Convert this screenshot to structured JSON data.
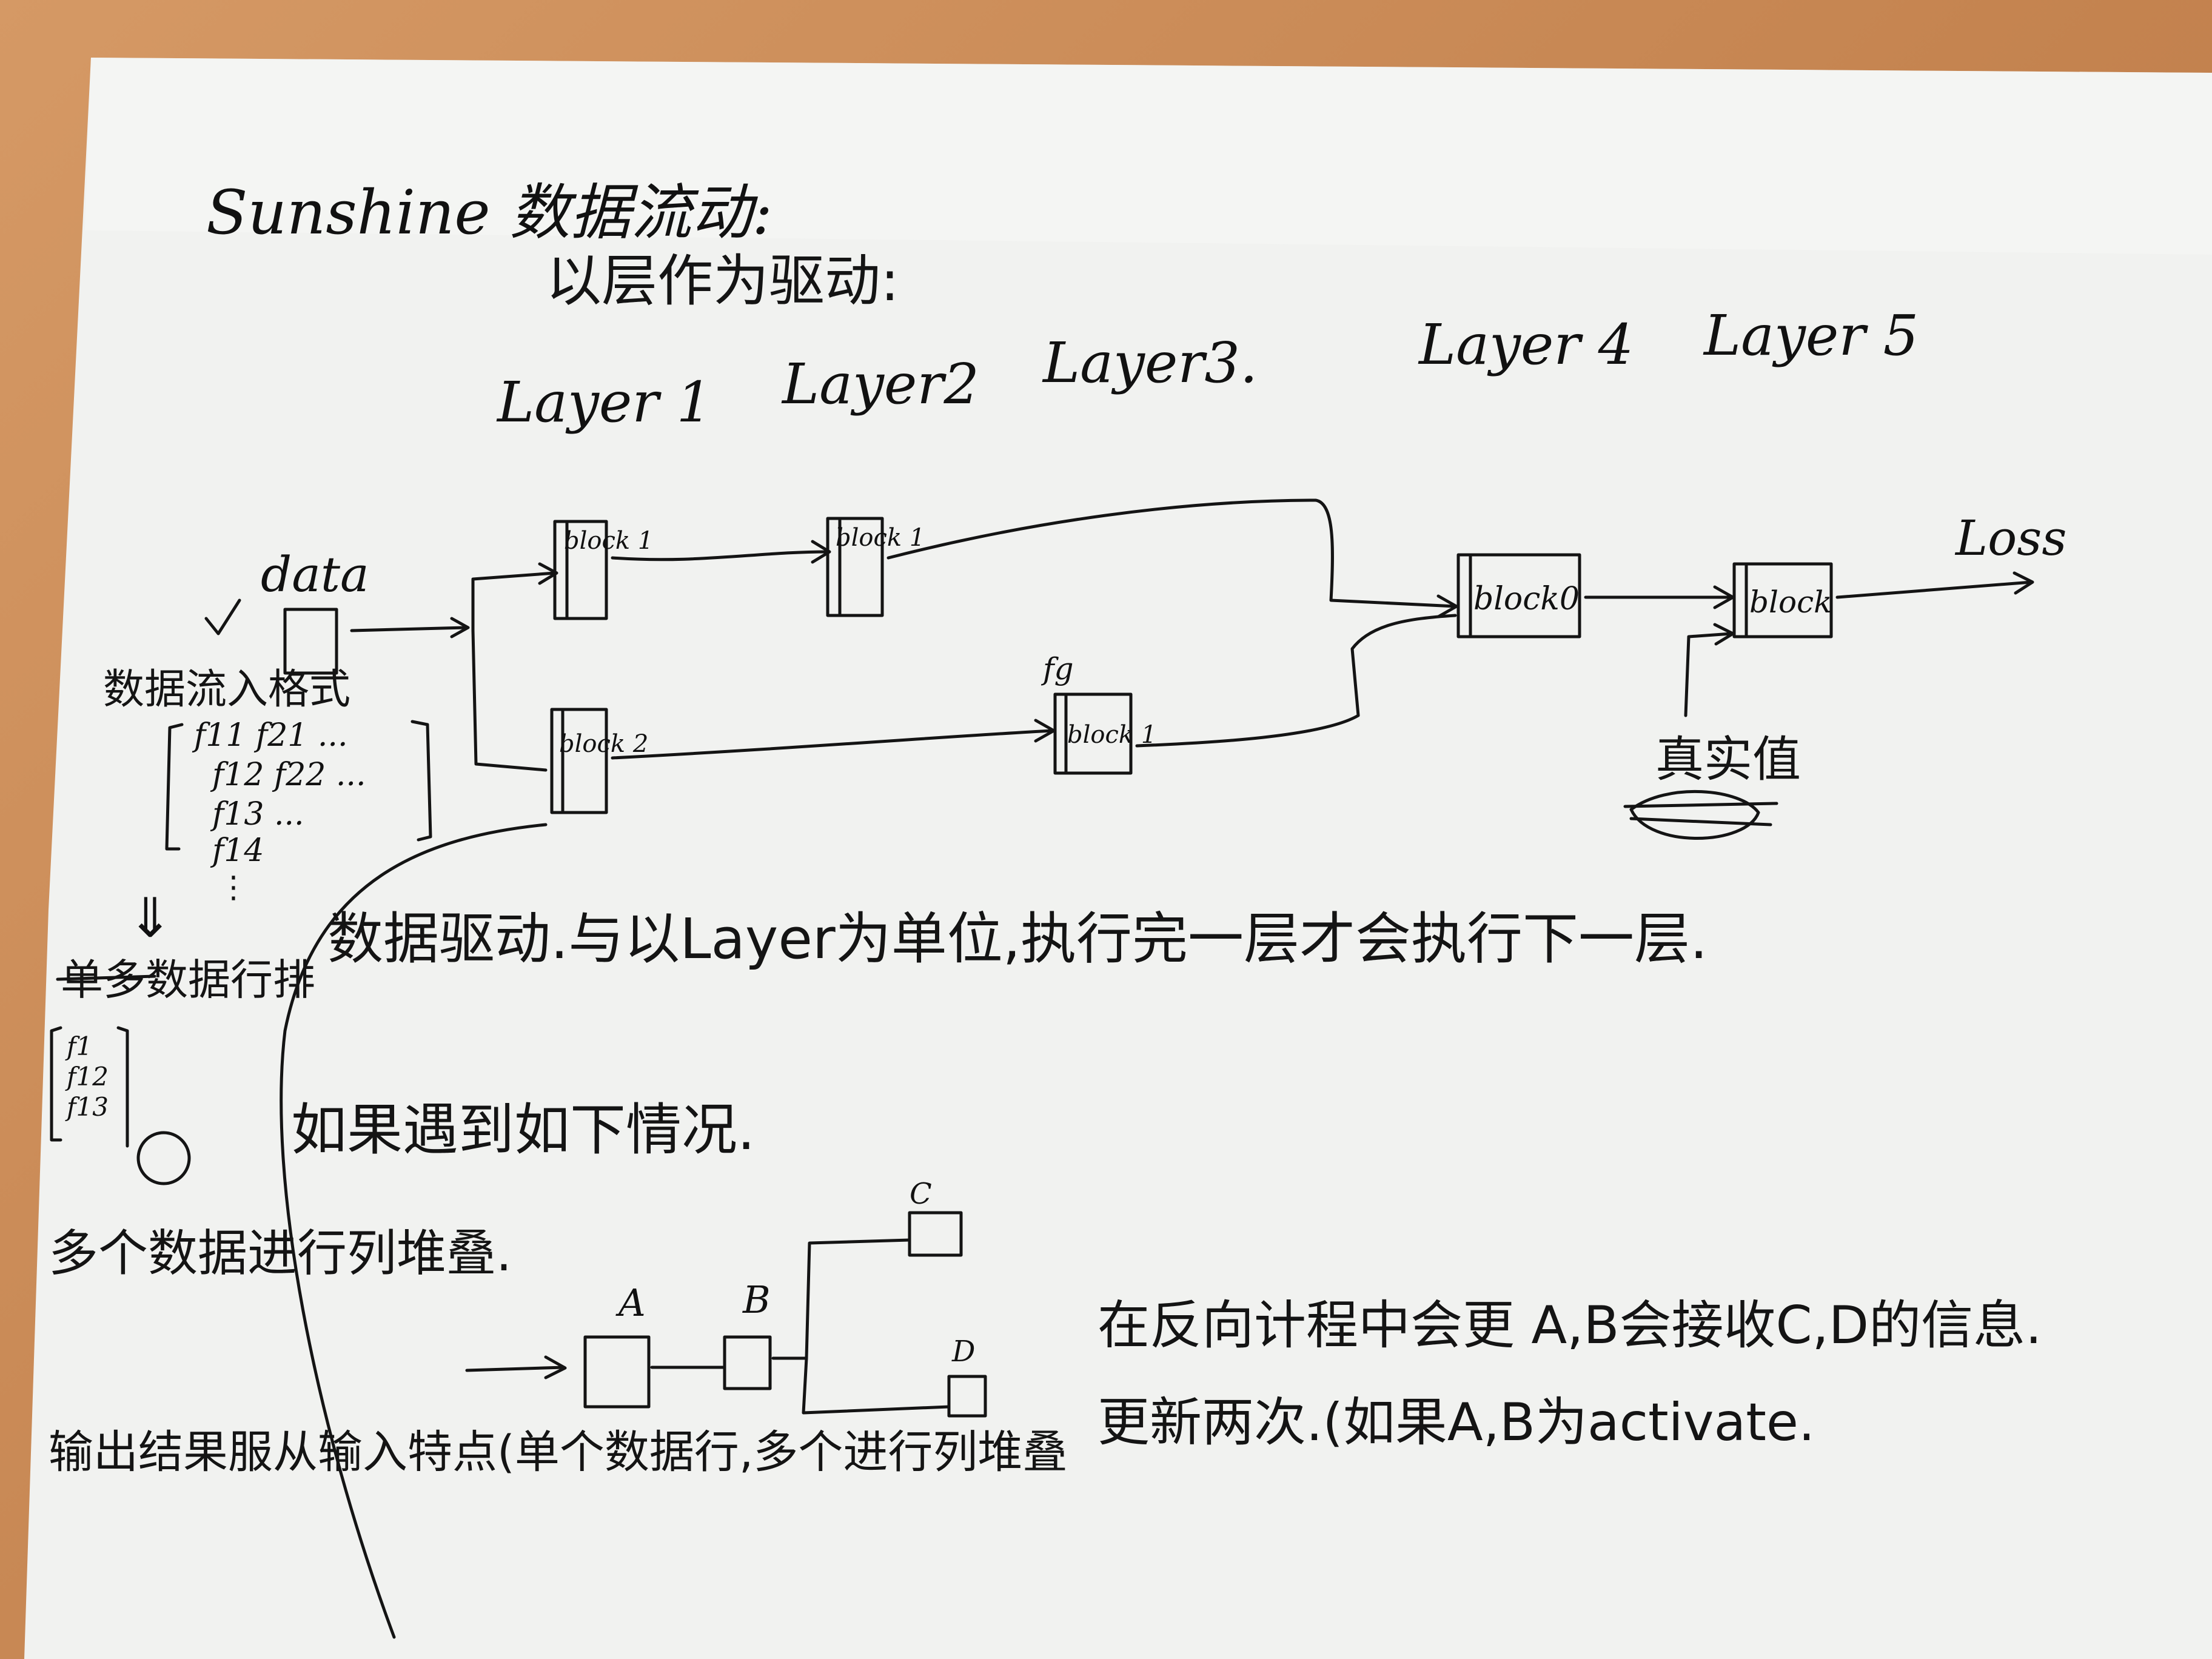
{
  "title": "Sunshine 数据流动:",
  "subtitle": "以层作为驱动:",
  "layers": [
    "Layer 1",
    "Layer2",
    "Layer3.",
    "Layer 4",
    "Layer 5"
  ],
  "nodes": {
    "data": "data",
    "block1_top": "block 1",
    "block1_l2": "block 1",
    "block2": "block 2",
    "block_l3": "block 1",
    "block_l3_label": "fg",
    "block0": "block0",
    "block_l5": "block",
    "loss": "Loss",
    "true_value": "真实值"
  },
  "left_notes": {
    "input_format_label": "数据流入格式",
    "matrix": [
      "f11 f21 ...",
      "f12 f22 ...",
      "f13 ...",
      "f14"
    ],
    "arrow_mark": "⇓",
    "single_data_text": "单多数据行排",
    "mini_matrix": [
      "f1",
      "f12",
      "f13"
    ],
    "multi_data": "多个数据进行列堆叠.",
    "output_result": "输出结果服从输入特点(单个数据行,多个进行列堆叠"
  },
  "main_notes": {
    "drive_line": "数据驱动.与以Layer为单位,执行完一层才会执行下一层.",
    "situation_line": "如果遇到如下情况.",
    "reverse_line_1": "在反向计程中会更 A,B会接收C,D的信息.",
    "reverse_line_2": "更新两次.(如果A,B为activate."
  },
  "example": {
    "a": "A",
    "b": "B",
    "c": "C",
    "d": "D"
  }
}
